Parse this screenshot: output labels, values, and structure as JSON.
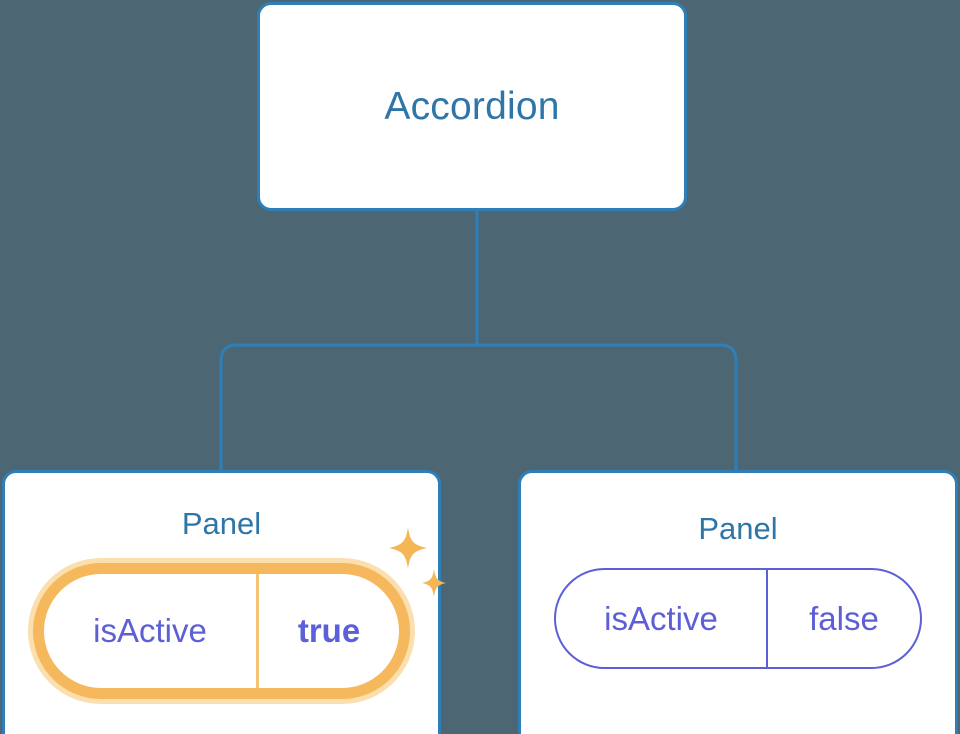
{
  "diagram": {
    "type": "component-tree",
    "background_color": "#4c6773",
    "node_border_color": "#2e7fb8",
    "title_color": "#2e76a8",
    "prop_color": "#5c5fd6",
    "highlight_color": "#f5b85c",
    "highlight_glow_color": "#fbdfae"
  },
  "root": {
    "label": "Accordion"
  },
  "panels": [
    {
      "title": "Panel",
      "prop_key": "isActive",
      "prop_value": "true",
      "highlighted": true,
      "sparkle_icon": "sparkles-icon"
    },
    {
      "title": "Panel",
      "prop_key": "isActive",
      "prop_value": "false",
      "highlighted": false
    }
  ]
}
